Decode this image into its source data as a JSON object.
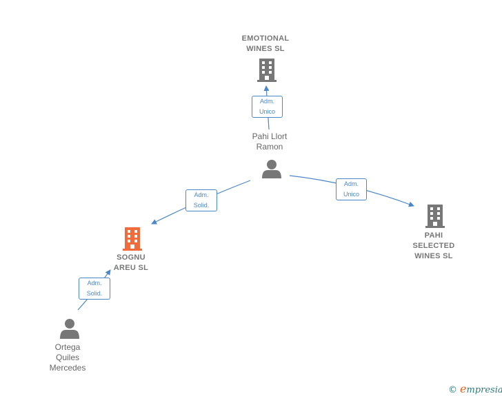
{
  "nodes": {
    "emotional": {
      "line1": "EMOTIONAL",
      "line2": "WINES  SL",
      "color": "#777777"
    },
    "pahi_llort": {
      "line1": "Pahi Llort",
      "line2": "Ramon"
    },
    "pahi_selected": {
      "line1": "PAHI",
      "line2": "SELECTED",
      "line3": "WINES  SL",
      "color": "#777777"
    },
    "sognu": {
      "line1": "SOGNU",
      "line2": "AREU  SL",
      "color": "#f26b3a"
    },
    "ortega": {
      "line1": "Ortega",
      "line2": "Quiles",
      "line3": "Mercedes"
    }
  },
  "edges": {
    "e1": {
      "line1": "Adm.",
      "line2": "Unico"
    },
    "e2": {
      "line1": "Adm.",
      "line2": "Solid."
    },
    "e3": {
      "line1": "Adm.",
      "line2": "Unico"
    },
    "e4": {
      "line1": "Adm.",
      "line2": "Solid."
    }
  },
  "colors": {
    "edge": "#4a86c8",
    "building_gray": "#777777",
    "building_focus": "#f26b3a",
    "person": "#777777"
  },
  "footer": {
    "copyright_symbol": "©",
    "brand_first": "e",
    "brand_rest": "mpresia"
  }
}
